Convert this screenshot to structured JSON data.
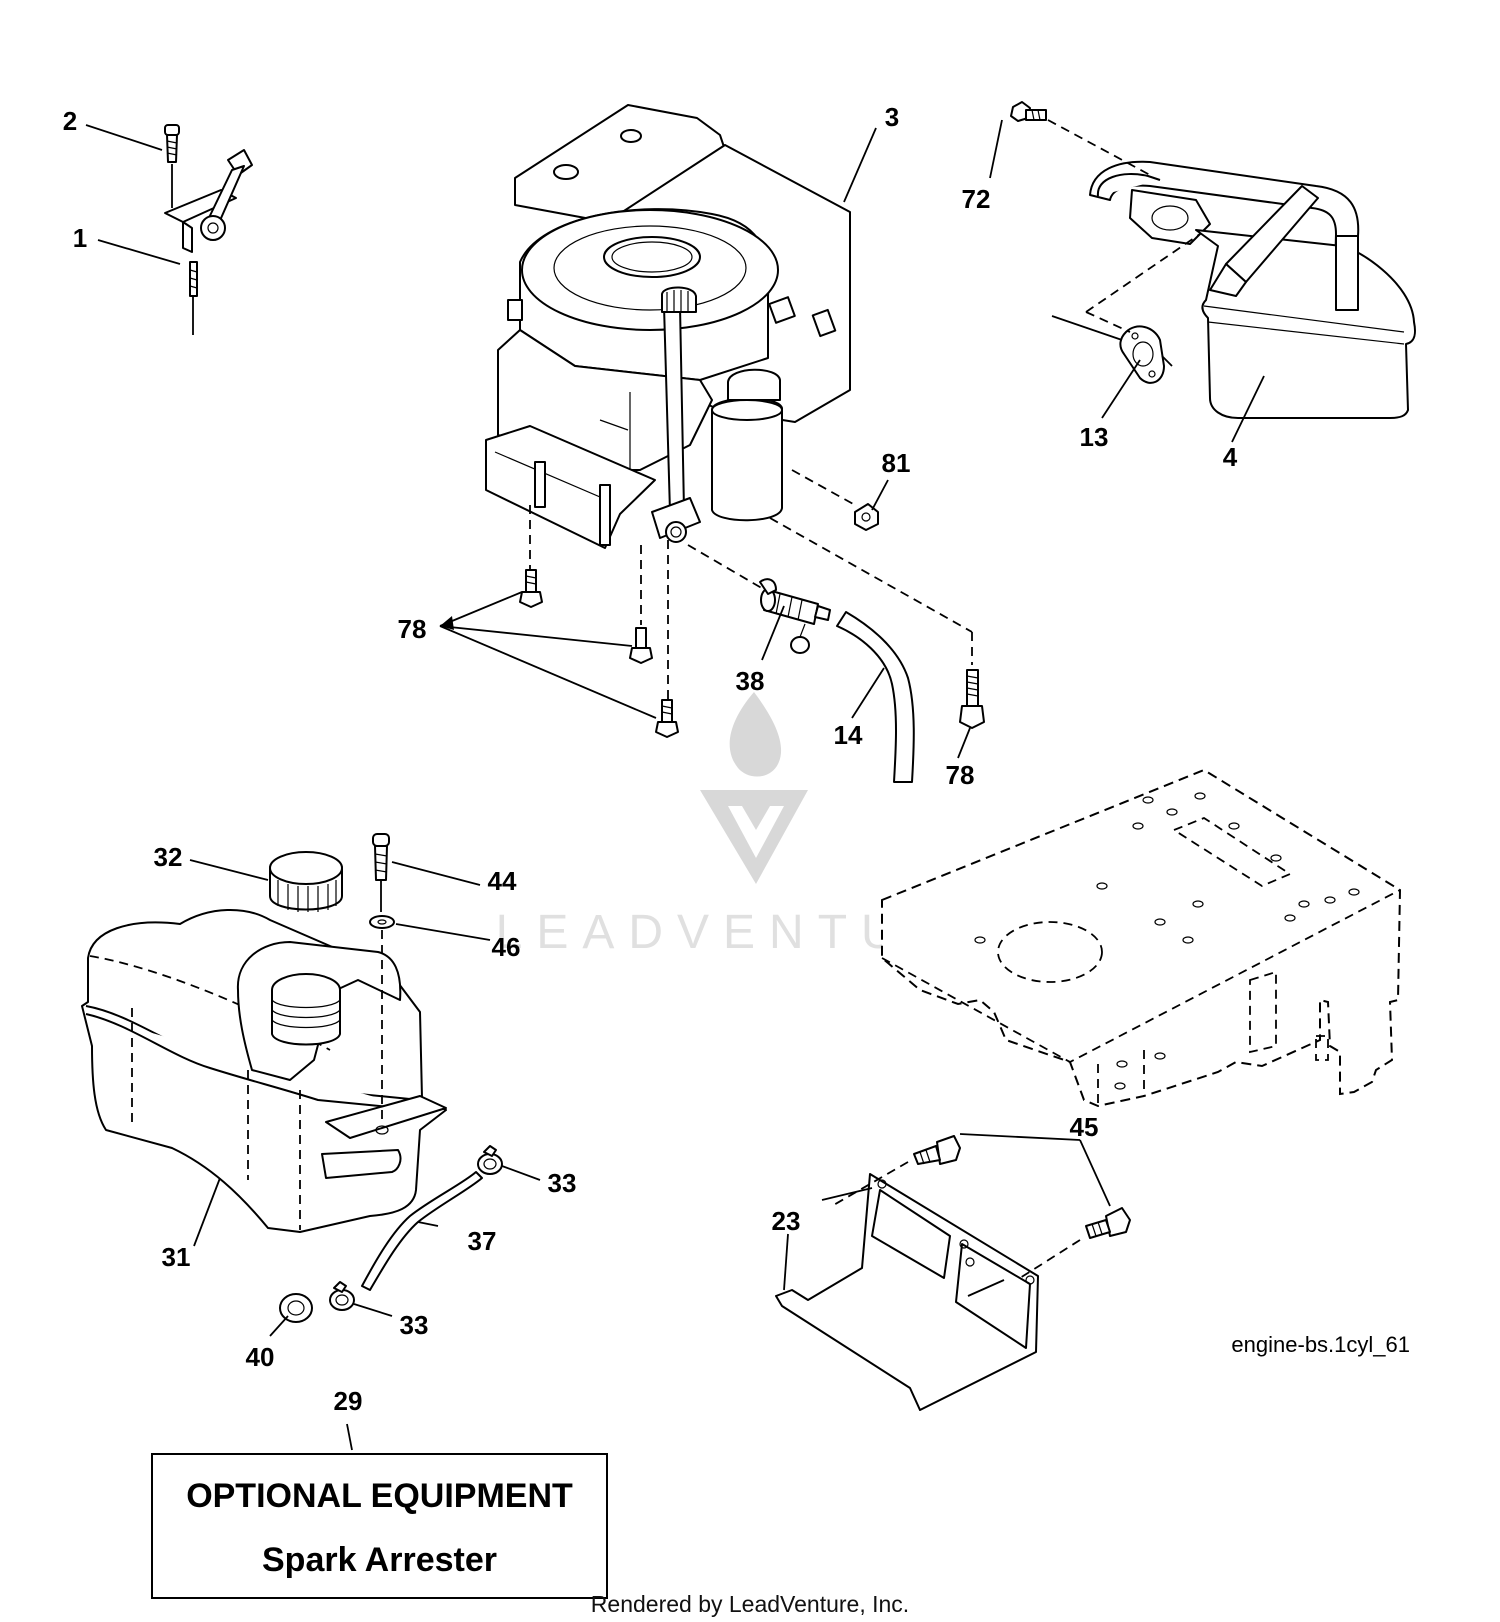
{
  "callouts": {
    "c1": "1",
    "c2": "2",
    "c3": "3",
    "c4": "4",
    "c13": "13",
    "c14": "14",
    "c23": "23",
    "c29": "29",
    "c31": "31",
    "c32": "32",
    "c33a": "33",
    "c33b": "33",
    "c37": "37",
    "c38": "38",
    "c40": "40",
    "c44": "44",
    "c45": "45",
    "c46": "46",
    "c72": "72",
    "c78a": "78",
    "c78b": "78",
    "c81": "81"
  },
  "diagram_id": "engine-bs.1cyl_61",
  "optional_box": {
    "line1": "OPTIONAL EQUIPMENT",
    "line2": "Spark Arrester"
  },
  "watermark": "LEADVENTURE",
  "footer": "Rendered by LeadVenture, Inc."
}
